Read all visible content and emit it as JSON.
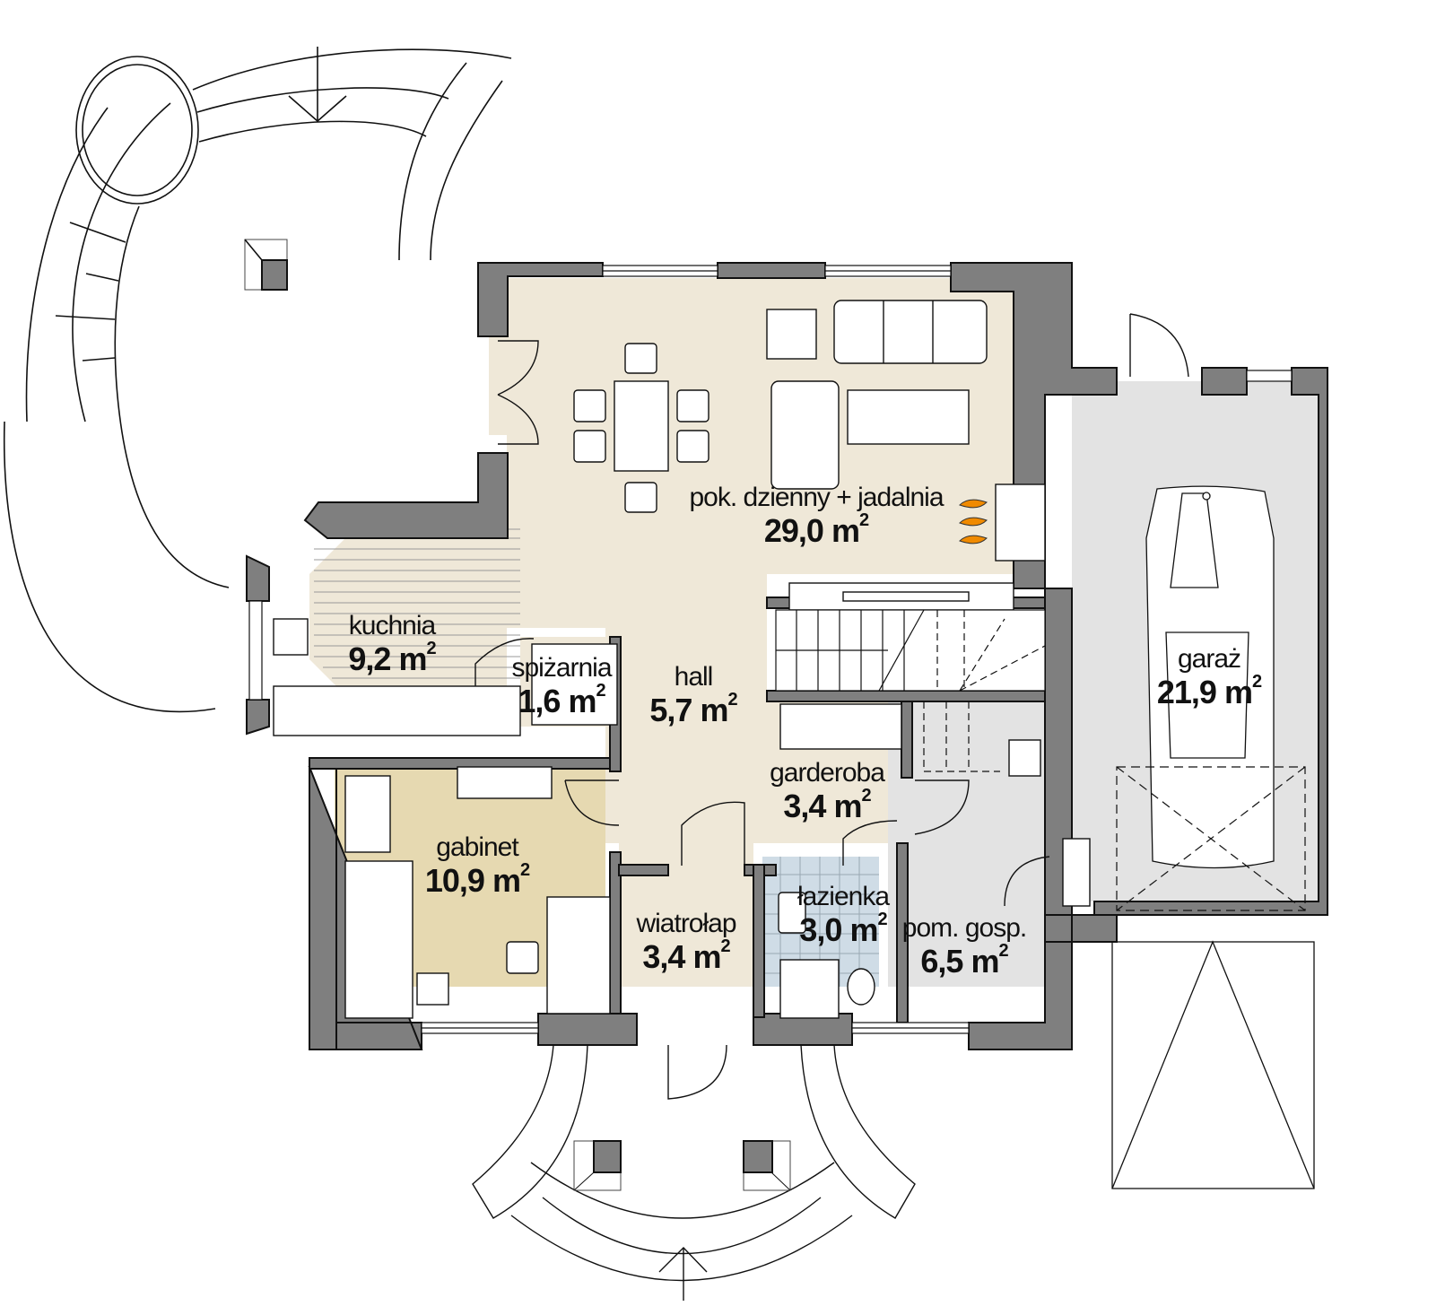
{
  "plan": {
    "title": "Ground floor plan",
    "area_unit": "m",
    "area_unit_exponent": "2",
    "colors": {
      "wall": "#7f7f7f",
      "living": "#efe8d8",
      "office": "#e6d9b1",
      "bathroom": "#cfdce6",
      "utility": "#e3e3e3",
      "garage": "#e3e3e3",
      "flame": "#f08a00",
      "line": "#111111"
    },
    "rooms": [
      {
        "id": "living",
        "name": "pok. dzienny + jadalnia",
        "area": "29,0"
      },
      {
        "id": "kitchen",
        "name": "kuchnia",
        "area": "9,2"
      },
      {
        "id": "pantry",
        "name": "spiżarnia",
        "area": "1,6"
      },
      {
        "id": "hall",
        "name": "hall",
        "area": "5,7"
      },
      {
        "id": "wardrobe",
        "name": "garderoba",
        "area": "3,4"
      },
      {
        "id": "office",
        "name": "gabinet",
        "area": "10,9"
      },
      {
        "id": "vestibule",
        "name": "wiatrołap",
        "area": "3,4"
      },
      {
        "id": "bathroom",
        "name": "łazienka",
        "area": "3,0"
      },
      {
        "id": "utility",
        "name": "pom. gosp.",
        "area": "6,5"
      },
      {
        "id": "garage",
        "name": "garaż",
        "area": "21,9"
      }
    ]
  }
}
